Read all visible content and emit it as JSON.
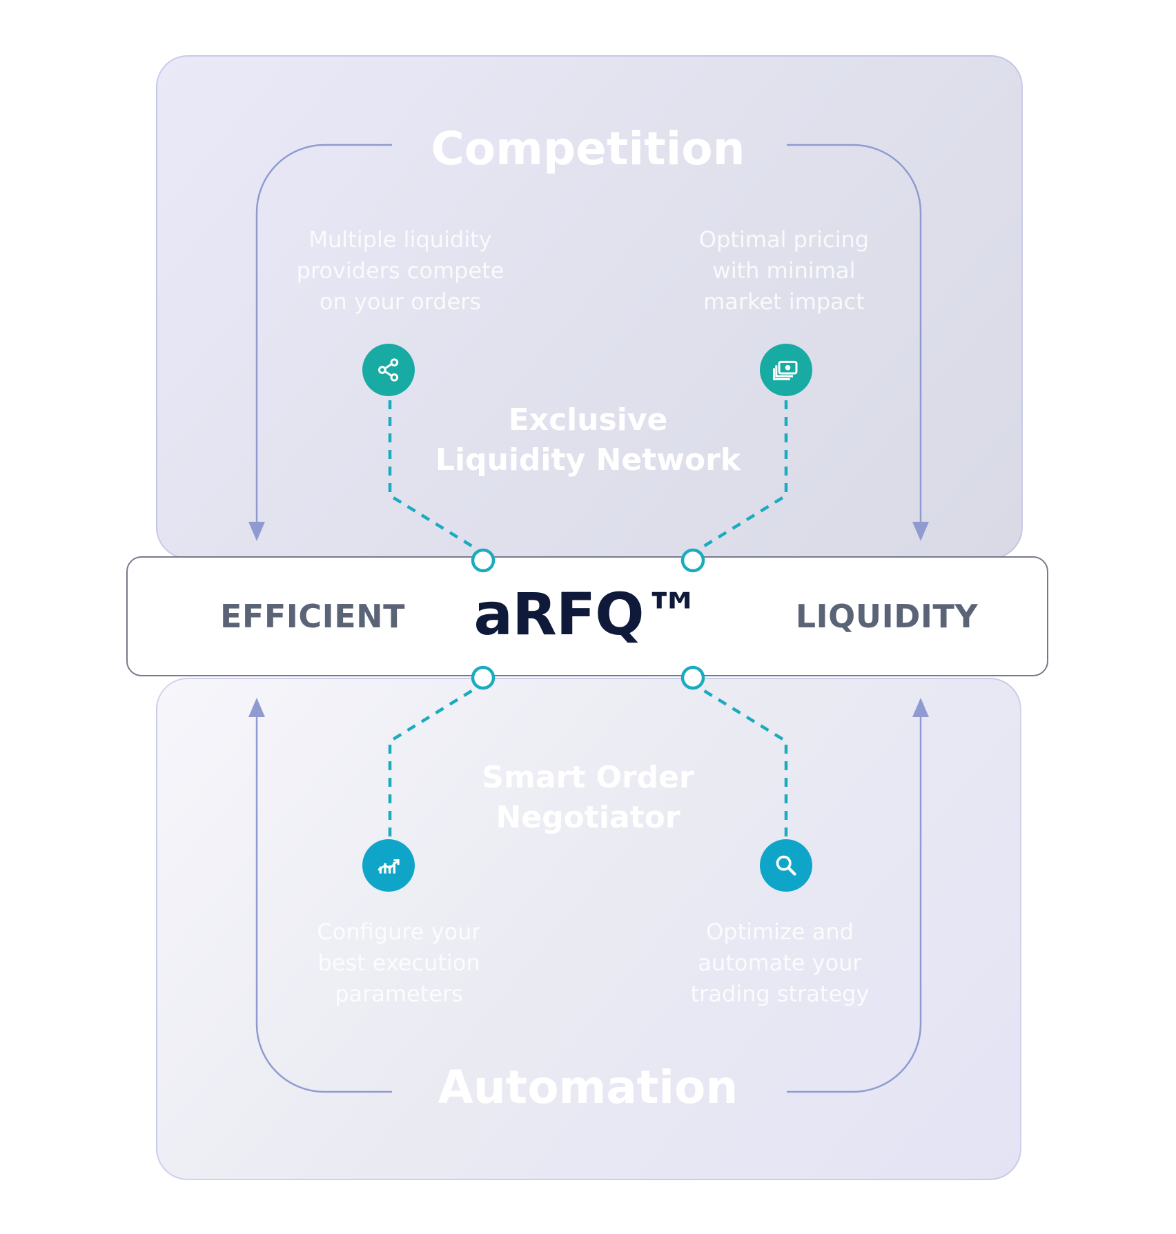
{
  "diagram": {
    "top_section": {
      "title": "Competition",
      "subtitle": "Exclusive Liquidity Network",
      "subtitle_line1": "Exclusive",
      "subtitle_line2": "Liquidity Network",
      "left_text": [
        "Multiple liquidity",
        "providers compete",
        "on your orders"
      ],
      "right_text": [
        "Optimal pricing",
        "with minimal",
        "market impact"
      ],
      "left_icon": "share-icon",
      "right_icon": "cash-stack-icon"
    },
    "center_bar": {
      "left_label": "EFFICIENT",
      "center_label": "aRFQ™",
      "right_label": "LIQUIDITY"
    },
    "bottom_section": {
      "title": "Automation",
      "subtitle_line1": "Smart Order",
      "subtitle_line2": "Negotiator",
      "left_text": [
        "Configure your",
        "best execution",
        "parameters"
      ],
      "right_text": [
        "Optimize and",
        "automate your",
        "trading strategy"
      ],
      "left_icon": "growth-chart-icon",
      "right_icon": "search-icon"
    },
    "colors": {
      "teal_top": "#17aba3",
      "teal_bottom": "#0ea5c8",
      "connector": "#1aabbf",
      "flow_line": "#8f9bd0",
      "center_text": "#0f1a3a",
      "side_text": "#5b6477"
    }
  }
}
